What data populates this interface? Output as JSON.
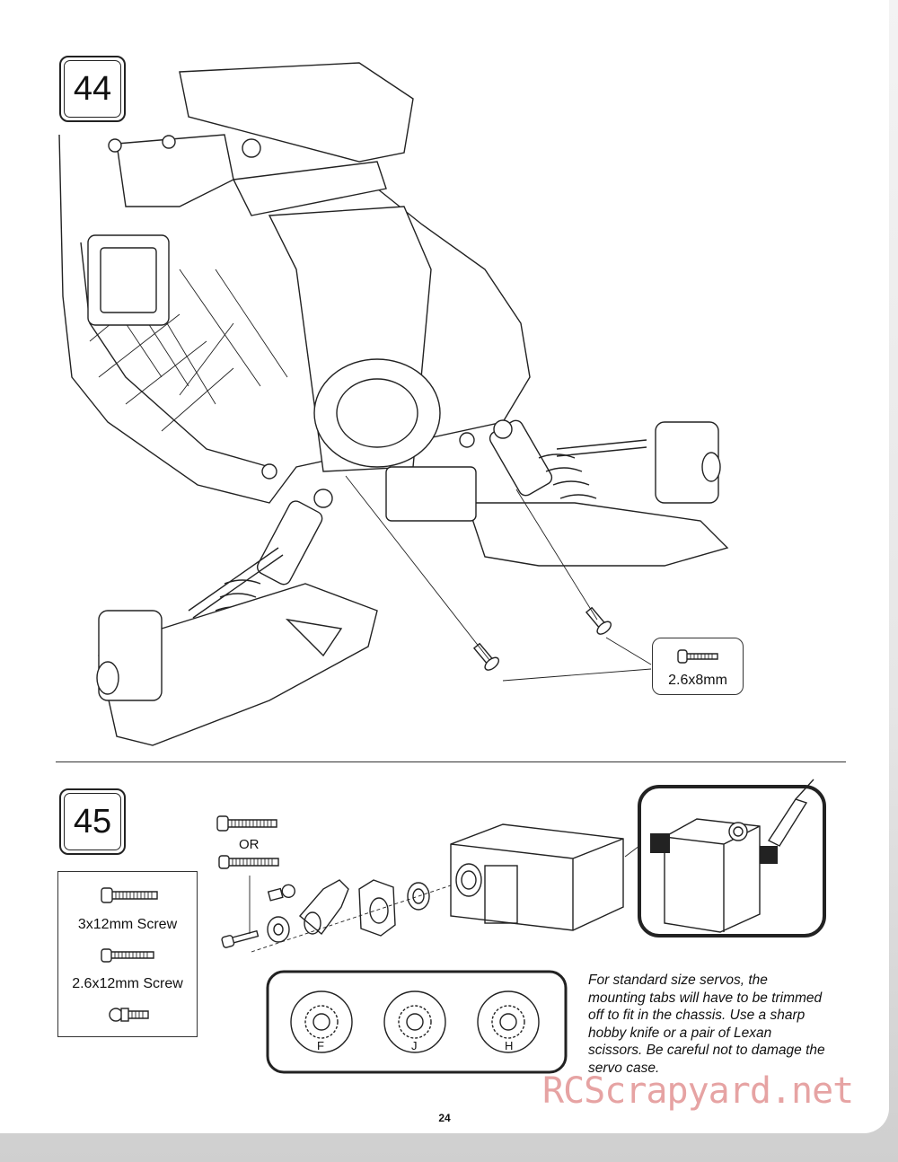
{
  "steps": [
    {
      "number": "44"
    },
    {
      "number": "45"
    }
  ],
  "step44": {
    "screw_callout": "2.6x8mm"
  },
  "step45": {
    "or_label": "OR",
    "legend": {
      "screw_a": "3x12mm Screw",
      "screw_b": "2.6x12mm Screw"
    },
    "servo_horns": [
      "F",
      "J",
      "H"
    ],
    "note": "For standard size servos, the mounting tabs will have to be trimmed off to fit in the chassis. Use a sharp hobby knife or a pair of Lexan scissors. Be careful not to damage the servo case."
  },
  "page_number": "24",
  "watermark": "RCScrapyard.net",
  "icons": [
    "screw-icon",
    "ball-stud-icon",
    "servo-icon",
    "hobby-knife-icon",
    "servo-horn-icon"
  ]
}
